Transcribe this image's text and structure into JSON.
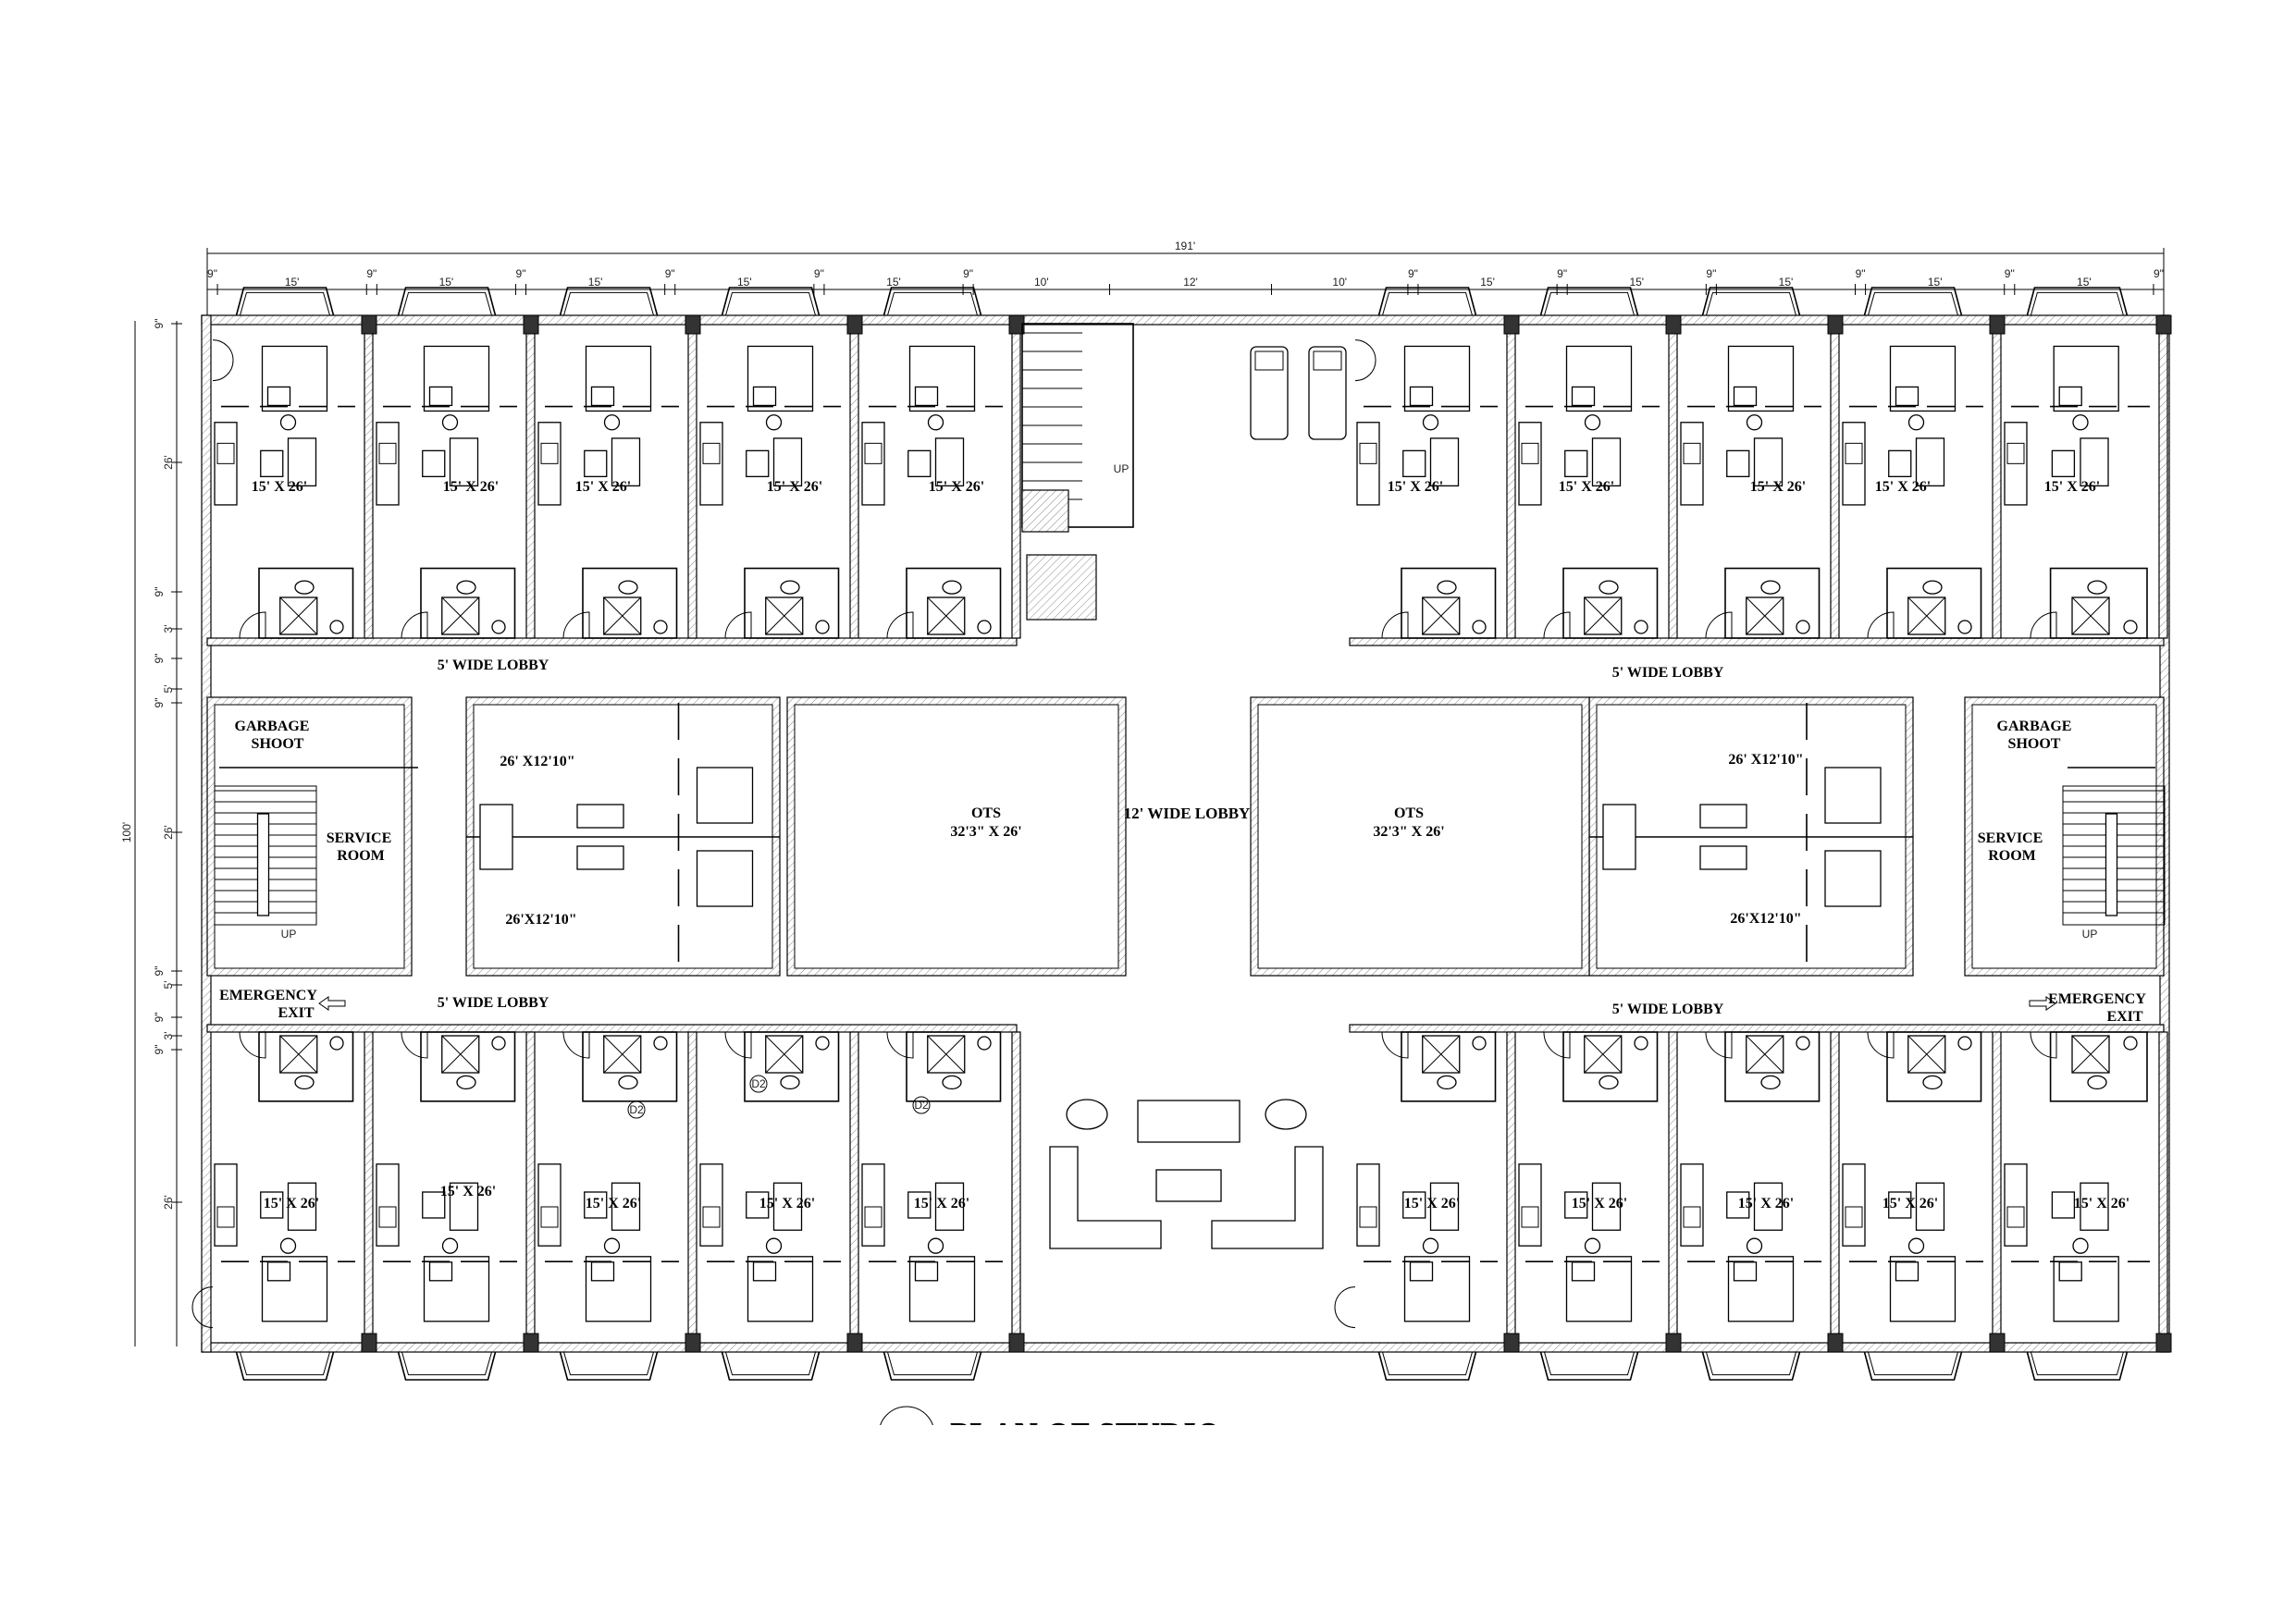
{
  "title": "PLAN OF STUDIO",
  "dimensions": {
    "overall_width": "191'",
    "overall_depth": "100'",
    "top_segments": [
      "9\"",
      "15'",
      "9\"",
      "15'",
      "9\"",
      "15'",
      "9\"",
      "15'",
      "9\"",
      "15'",
      "9\"",
      "10'",
      "12'",
      "10'",
      "9\"",
      "15'",
      "9\"",
      "15'",
      "9\"",
      "15'",
      "9\"",
      "15'",
      "9\"",
      "15'",
      "9\""
    ],
    "left_segments": [
      "9\"",
      "26'",
      "9\"",
      "3'",
      "9\"",
      "5'",
      "9\"",
      "26'",
      "9\"",
      "5'",
      "9\"",
      "3'",
      "9\"",
      "26'"
    ]
  },
  "units": {
    "top_row": [
      "15' X 26'",
      "15' X 26'",
      "15' X 26'",
      "15' X 26'",
      "15' X 26'",
      "15' X 26'",
      "15' X 26'",
      "15' X 26'",
      "15' X 26'",
      "15' X 26'"
    ],
    "bottom_row": [
      "15' X 26'",
      "15' X 26'",
      "15' X 26'",
      "15' X 26'",
      "15' X 26'",
      "15' X 26'",
      "15' X 26'",
      "15' X 26'",
      "15' X 26'",
      "15' X 26'"
    ]
  },
  "lobbies": {
    "top_left": "5'  WIDE LOBBY",
    "top_right": "5'  WIDE LOBBY",
    "bottom_left": "5'  WIDE LOBBY",
    "bottom_right": "5'  WIDE LOBBY",
    "central": "12'  WIDE LOBBY"
  },
  "ots": {
    "left": {
      "name": "OTS",
      "size": "32'3\" X 26'"
    },
    "right": {
      "name": "OTS",
      "size": "32'3\" X 26'"
    }
  },
  "studios_center": {
    "left_upper": "26' X12'10\"",
    "left_lower": "26'X12'10\"",
    "right_upper": "26' X12'10\"",
    "right_lower": "26'X12'10\""
  },
  "service": {
    "garbage_line1": "GARBAGE",
    "garbage_line2": "SHOOT",
    "service_line1": "SERVICE",
    "service_line2": "ROOM",
    "emergency_line1": "EMERGENCY",
    "emergency_line2": "EXIT",
    "up": "UP"
  },
  "door_tag": "D2"
}
